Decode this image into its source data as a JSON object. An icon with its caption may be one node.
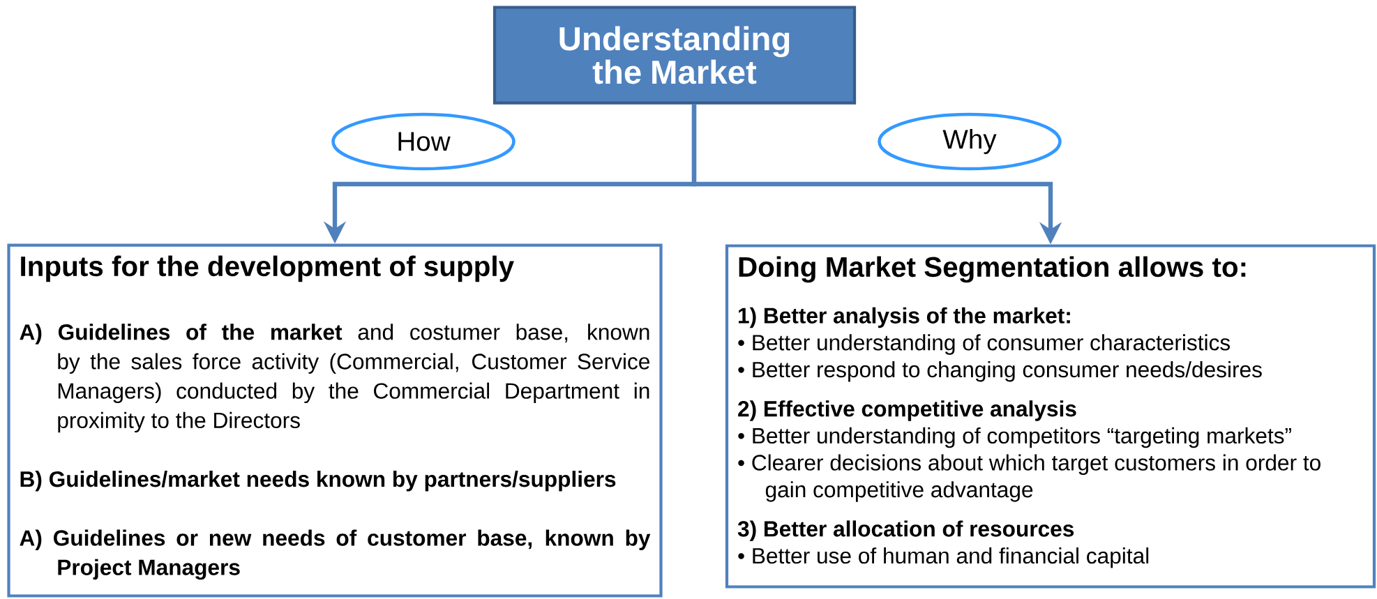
{
  "diagram": {
    "nodes": [
      {
        "text": [
          "Understanding the Market"
        ]
      },
      {
        "text": [
          "How"
        ]
      },
      {
        "text": [
          "Why"
        ]
      },
      {
        "text": [
          "Inputs for the development of supply",
          "**A) Guidelines of the market** and costumer base, known by the sales force activity (Commercial, Customer Service Managers) conducted by the Commercial Department in proximity to the Directors",
          "B) Guidelines/market needs known by partners/suppliers",
          "A) Guidelines or new needs of customer base, known by Project Managers"
        ]
      },
      {
        "text": [
          "Doing Market Segmentation allows to:",
          "1) Better analysis of the market:",
          "• Better understanding of consumer characteristics",
          "• Better respond to changing consumer needs/desires",
          "2) Effective competitive analysis",
          "• Better understanding of competitors “targeting markets”",
          "• Clearer decisions about which target customers in order to gain competitive advantage",
          "3) Better allocation of resources",
          "• Better use of human and financial capital"
        ]
      }
    ],
    "edges": [
      {
        "from": 0,
        "to": 3,
        "arrow": "to"
      },
      {
        "from": 0,
        "to": 4,
        "arrow": "to"
      }
    ]
  }
}
